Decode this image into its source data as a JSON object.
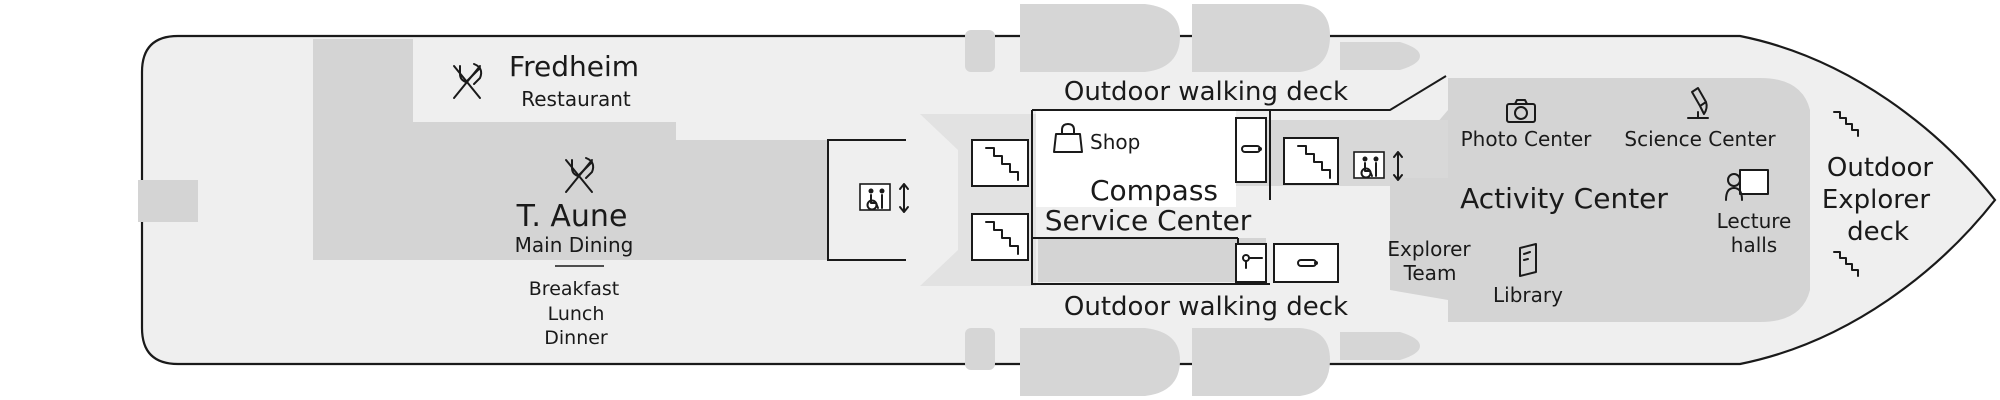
{
  "restaurants": {
    "fredheim": {
      "name": "Fredheim",
      "subtitle": "Restaurant"
    },
    "t_aune": {
      "name": "T. Aune",
      "subtitle": "Main Dining",
      "meals": [
        "Breakfast",
        "Lunch",
        "Dinner"
      ]
    }
  },
  "outdoor_walking_deck": {
    "top_label": "Outdoor walking deck",
    "bottom_label": "Outdoor walking deck"
  },
  "shop": {
    "label": "Shop"
  },
  "compass": {
    "line1": "Compass",
    "line2": "Service Center"
  },
  "activity_center": {
    "title": "Activity Center",
    "photo_center": "Photo Center",
    "science_center": "Science Center",
    "explorer_team": {
      "line1": "Explorer",
      "line2": "Team"
    },
    "library": "Library",
    "lecture_halls": {
      "line1": "Lecture",
      "line2": "halls"
    }
  },
  "outdoor_explorer_deck": {
    "line1": "Outdoor",
    "line2": "Explorer",
    "line3": "deck"
  },
  "icons": [
    "fork-knife-icon",
    "shopping-bag-icon",
    "stairs-icon",
    "elevator-icon",
    "restroom-icon",
    "camera-icon",
    "microscope-icon",
    "book-icon",
    "presenter-icon"
  ],
  "colors": {
    "hull_fill": "#efefef",
    "zone_fill": "#d4d4d4",
    "lifeboat_fill": "#d6d6d6",
    "outline": "#1a1a1a"
  }
}
